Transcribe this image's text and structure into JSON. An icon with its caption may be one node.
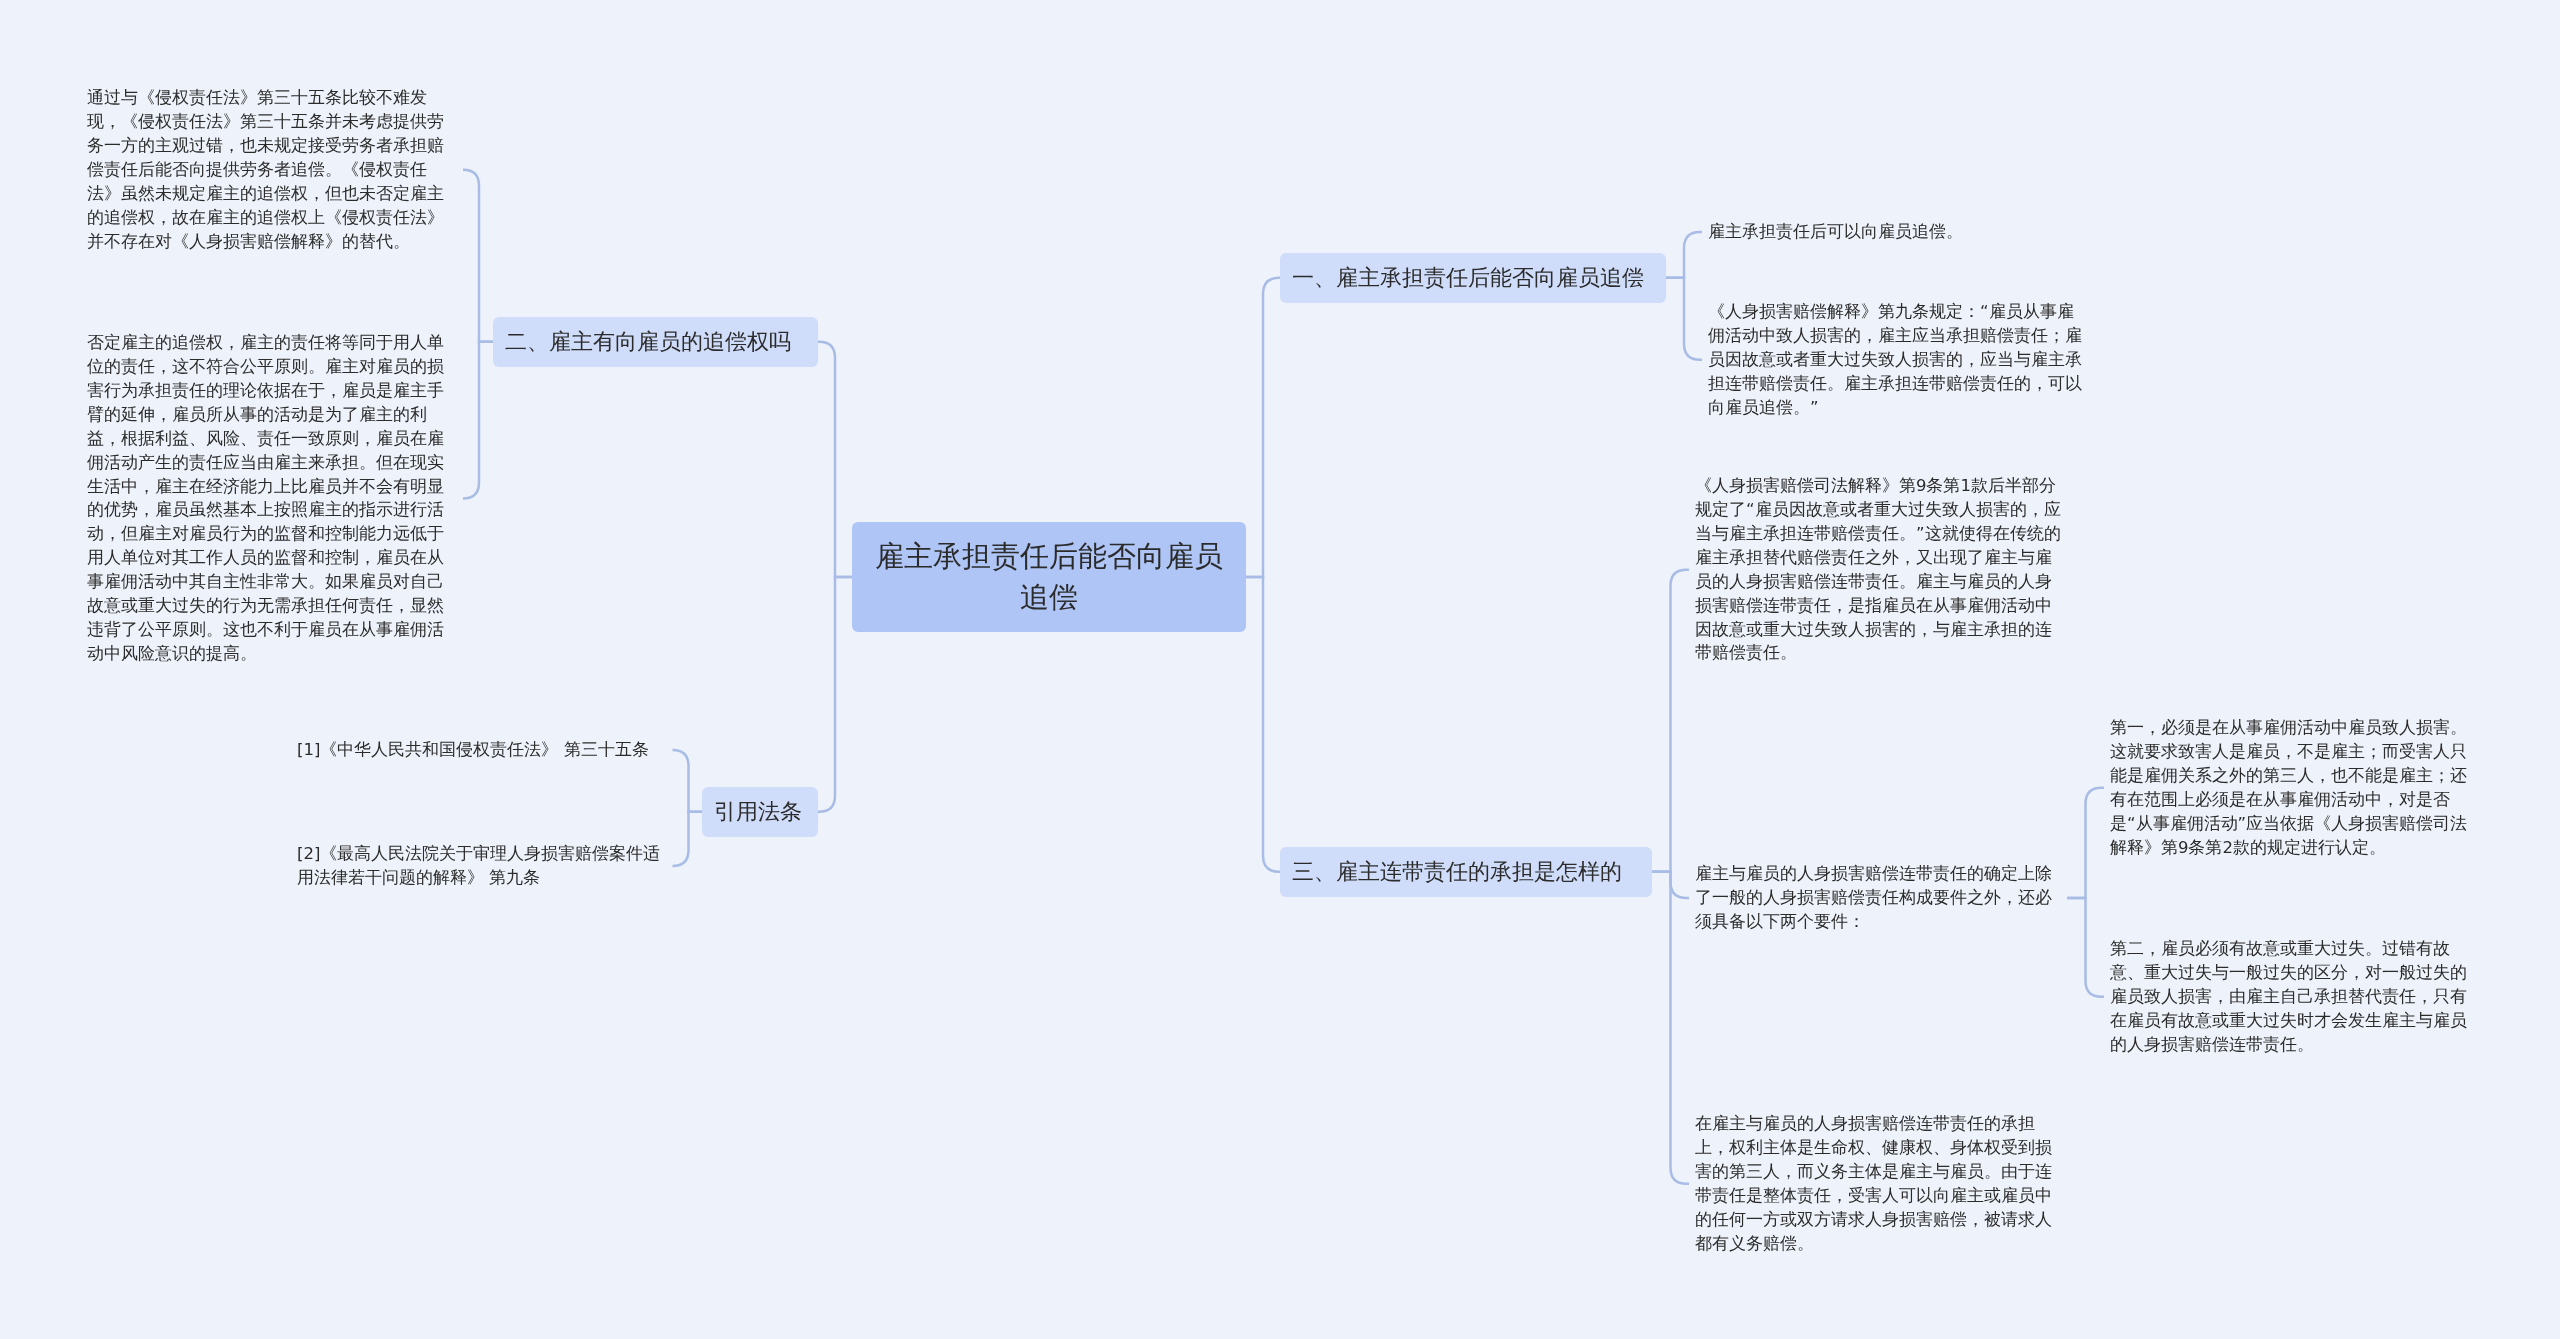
{
  "diagram": {
    "nodes": [
      {
        "text": [
          "雇主承担责任后能否向雇员追偿"
        ]
      },
      {
        "text": [
          "一、雇主承担责任后能否向雇员追偿"
        ]
      },
      {
        "text": [
          "雇主承担责任后可以向雇员追偿。"
        ]
      },
      {
        "text": [
          "《人身损害赔偿解释》第九条规定：“雇员从事雇佣活动中致人损害的，雇主应当承担赔偿责任；雇员因故意或者重大过失致人损害的，应当与雇主承担连带赔偿责任。雇主承担连带赔偿责任的，可以向雇员追偿。”"
        ]
      },
      {
        "text": [
          "三、雇主连带责任的承担是怎样的"
        ]
      },
      {
        "text": [
          "《人身损害赔偿司法解释》第9条第1款后半部分规定了“雇员因故意或者重大过失致人损害的，应当与雇主承担连带赔偿责任。”这就使得在传统的雇主承担替代赔偿责任之外，又出现了雇主与雇员的人身损害赔偿连带责任。雇主与雇员的人身损害赔偿连带责任，是指雇员在从事雇佣活动中因故意或重大过失致人损害的，与雇主承担的连带赔偿责任。"
        ]
      },
      {
        "text": [
          "雇主与雇员的人身损害赔偿连带责任的确定上除了一般的人身损害赔偿责任构成要件之外，还必须具备以下两个要件："
        ]
      },
      {
        "text": [
          "第一，必须是在从事雇佣活动中雇员致人损害。这就要求致害人是雇员，不是雇主；而受害人只能是雇佣关系之外的第三人，也不能是雇主；还有在范围上必须是在从事雇佣活动中，对是否是“从事雇佣活动”应当依据《人身损害赔偿司法解释》第9条第2款的规定进行认定。"
        ]
      },
      {
        "text": [
          "第二，雇员必须有故意或重大过失。过错有故意、重大过失与一般过失的区分，对一般过失的雇员致人损害，由雇主自己承担替代责任，只有在雇员有故意或重大过失时才会发生雇主与雇员的人身损害赔偿连带责任。"
        ]
      },
      {
        "text": [
          "在雇主与雇员的人身损害赔偿连带责任的承担上，权利主体是生命权、健康权、身体权受到损害的第三人，而义务主体是雇主与雇员。由于连带责任是整体责任，受害人可以向雇主或雇员中的任何一方或双方请求人身损害赔偿，被请求人都有义务赔偿。"
        ]
      },
      {
        "text": [
          "二、雇主有向雇员的追偿权吗"
        ]
      },
      {
        "text": [
          "通过与《侵权责任法》第三十五条比较不难发现，《侵权责任法》第三十五条并未考虑提供劳务一方的主观过错，也未规定接受劳务者承担赔偿责任后能否向提供劳务者追偿。《侵权责任法》虽然未规定雇主的追偿权，但也未否定雇主的追偿权，故在雇主的追偿权上《侵权责任法》并不存在对《人身损害赔偿解释》的替代。"
        ]
      },
      {
        "text": [
          "否定雇主的追偿权，雇主的责任将等同于用人单位的责任，这不符合公平原则。雇主对雇员的损害行为承担责任的理论依据在于，雇员是雇主手臂的延伸，雇员所从事的活动是为了雇主的利益，根据利益、风险、责任一致原则，雇员在雇佣活动产生的责任应当由雇主来承担。但在现实生活中，雇主在经济能力上比雇员并不会有明显的优势，雇员虽然基本上按照雇主的指示进行活动，但雇主对雇员行为的监督和控制能力远低于用人单位对其工作人员的监督和控制，雇员在从事雇佣活动中其自主性非常大。如果雇员对自己故意或重大过失的行为无需承担任何责任，显然违背了公平原则。这也不利于雇员在从事雇佣活动中风险意识的提高。"
        ]
      },
      {
        "text": [
          "引用法条"
        ]
      },
      {
        "text": [
          "[1]《中华人民共和国侵权责任法》 第三十五条"
        ]
      },
      {
        "text": [
          "[2]《最高人民法院关于审理人身损害赔偿案件适用法律若干问题的解释》 第九条"
        ]
      }
    ],
    "edges": [
      {
        "from": 0,
        "to": 1,
        "arrow": "none"
      },
      {
        "from": 1,
        "to": 2,
        "arrow": "none"
      },
      {
        "from": 1,
        "to": 3,
        "arrow": "none"
      },
      {
        "from": 0,
        "to": 4,
        "arrow": "none"
      },
      {
        "from": 4,
        "to": 5,
        "arrow": "none"
      },
      {
        "from": 4,
        "to": 6,
        "arrow": "none"
      },
      {
        "from": 6,
        "to": 7,
        "arrow": "none"
      },
      {
        "from": 6,
        "to": 8,
        "arrow": "none"
      },
      {
        "from": 4,
        "to": 9,
        "arrow": "none"
      },
      {
        "from": 0,
        "to": 10,
        "arrow": "none"
      },
      {
        "from": 10,
        "to": 11,
        "arrow": "none"
      },
      {
        "from": 10,
        "to": 12,
        "arrow": "none"
      },
      {
        "from": 0,
        "to": 13,
        "arrow": "none"
      },
      {
        "from": 13,
        "to": 14,
        "arrow": "none"
      },
      {
        "from": 13,
        "to": 15,
        "arrow": "none"
      }
    ]
  }
}
